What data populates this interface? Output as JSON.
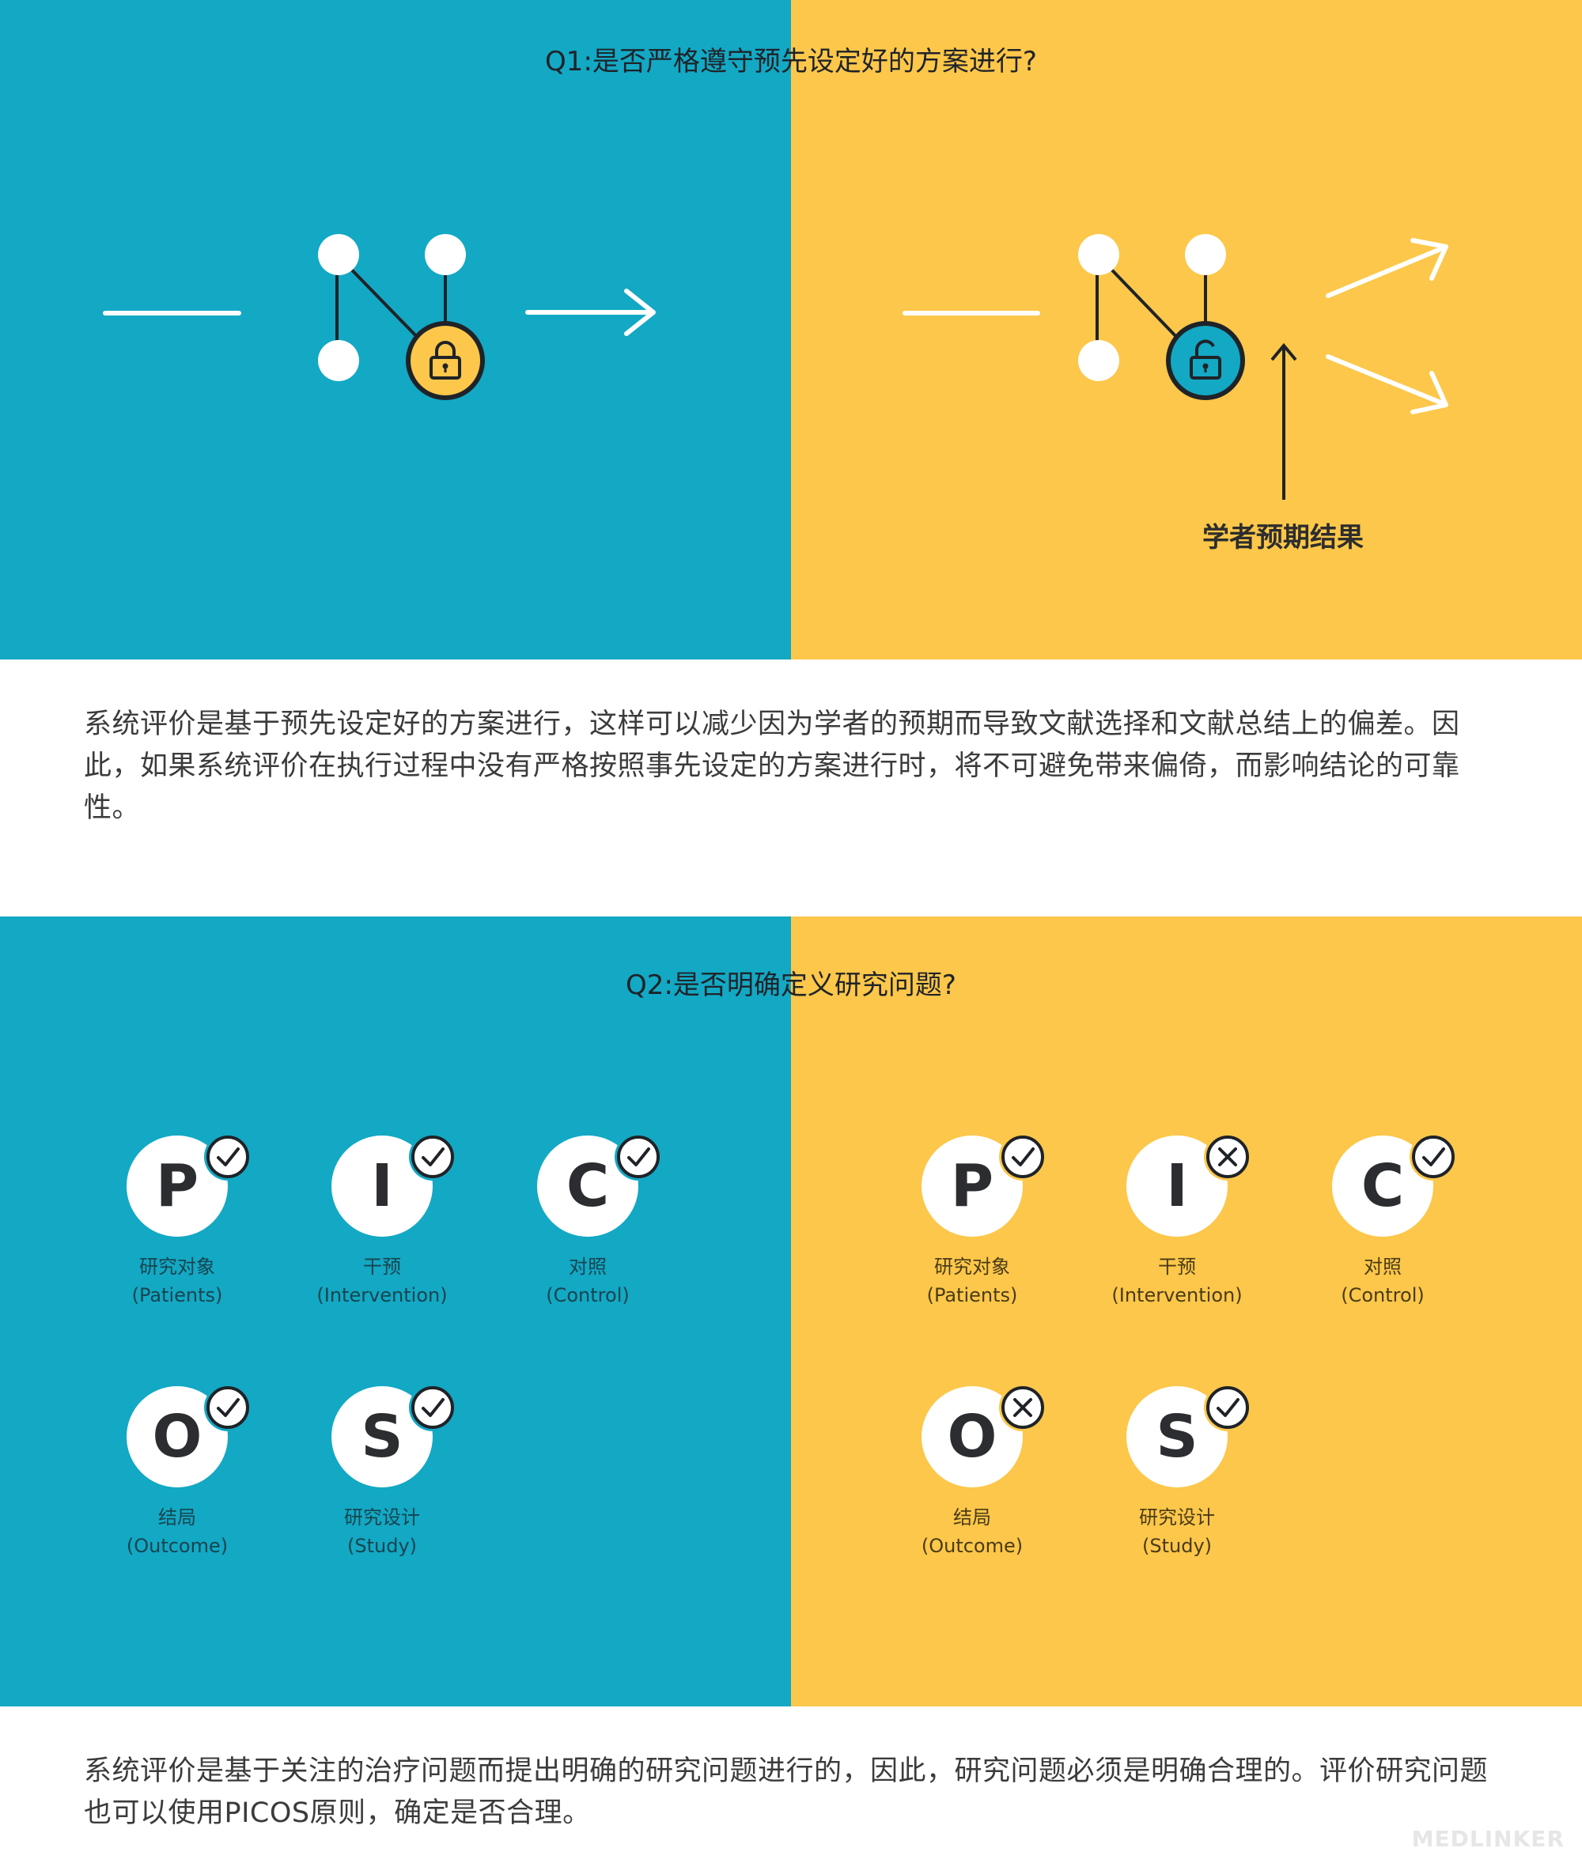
{
  "q1": {
    "title": "Q1:是否严格遵守预先设定好的方案进行?",
    "expect_label": "学者预期结果",
    "paragraph": "系统评价是基于预先设定好的方案进行，这样可以减少因为学者的预期而导致文献选择和文献总结上的偏差。因此，如果系统评价在执行过程中没有严格按照事先设定的方案进行时，将不可避免带来偏倚，而影响结论的可靠性。"
  },
  "q2": {
    "title": "Q2:是否明确定义研究问题?",
    "paragraph": "系统评价是基于关注的治疗问题而提出明确的研究问题进行的，因此，研究问题必须是明确合理的。评价研究问题也可以使用PICOS原则，确定是否合理。",
    "items": [
      {
        "letter": "P",
        "cn": "研究对象",
        "en": "(Patients)"
      },
      {
        "letter": "I",
        "cn": "干预",
        "en": "(Intervention)"
      },
      {
        "letter": "C",
        "cn": "对照",
        "en": "(Control)"
      },
      {
        "letter": "O",
        "cn": "结局",
        "en": "(Outcome)"
      },
      {
        "letter": "S",
        "cn": "研究设计",
        "en": "(Study)"
      }
    ],
    "left_status": [
      "check",
      "check",
      "check",
      "check",
      "check"
    ],
    "right_status": [
      "check",
      "cross",
      "check",
      "cross",
      "check"
    ]
  },
  "colors": {
    "blue": "#13a8c4",
    "yellow": "#fcc74a",
    "dark": "#1f2328"
  },
  "icons": [
    "lock-icon",
    "unlock-icon",
    "arrow-right-icon",
    "check-icon",
    "cross-icon"
  ],
  "watermark": "MEDLINKER"
}
